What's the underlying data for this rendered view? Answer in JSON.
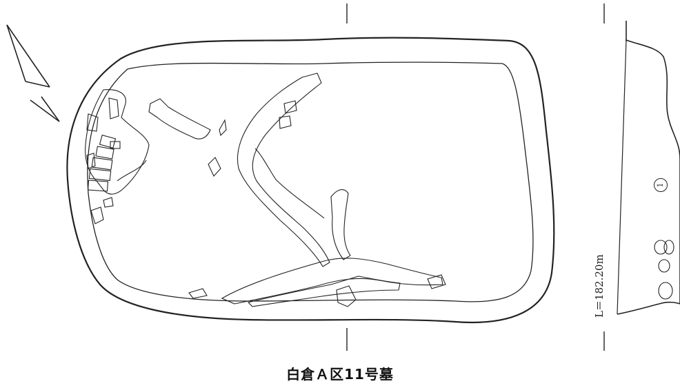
{
  "title": "白倉Ａ区11号墓",
  "elevation_label": "L＝182.20m",
  "layer_number": "1"
}
